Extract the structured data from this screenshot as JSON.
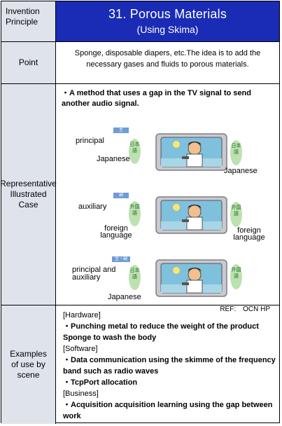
{
  "header": {
    "label_line1": "Invention",
    "label_line2": "Principle",
    "title": "31. Porous Materials",
    "subtitle": "(Using Skima)"
  },
  "point": {
    "label": "Point",
    "text": "Sponge, disposable diapers, etc.The idea is to add the necessary gases and fluids to porous materials."
  },
  "case": {
    "label": "Representative Illustrated Case",
    "method": "・A method that uses a gap in the TV signal to send another audio signal.",
    "diagrams": [
      {
        "tag": "主",
        "left_label": "principal",
        "inner_label": "Japanese",
        "right_label": "Japanese",
        "left_bubble": "日本語",
        "right_bubble": "日本語"
      },
      {
        "tag": "副",
        "left_label": "auxiliary",
        "inner_label": "foreign language",
        "right_label": "foreign language",
        "left_bubble": "外国語",
        "right_bubble": "外国語"
      },
      {
        "tag": "主・副",
        "left_label": "principal and auxiliary",
        "inner_label": "Japanese",
        "left_bubble": "日本語",
        "right_bubble": "外国語"
      }
    ],
    "ref": "REF:　OCN HP"
  },
  "examples": {
    "label": "Examples of use by scene",
    "hardware": "[Hardware]",
    "hw1": "・Punching metal to reduce the weight of the product",
    "hw2": "Sponge to wash the body",
    "software": "[Software]",
    "sw1": "・Data communication using the skimme of the frequency band such as radio waves",
    "sw2": "・TcpPort allocation",
    "business": "[Business]",
    "bz1": "・Acquisition acquisition learning using the gap between work"
  },
  "colors": {
    "title_bg": "#1a2bb5",
    "label_bg": "#dfe3ec",
    "tag_bg": "#6f9bd7",
    "bubble_bg": "#bde1b0"
  }
}
